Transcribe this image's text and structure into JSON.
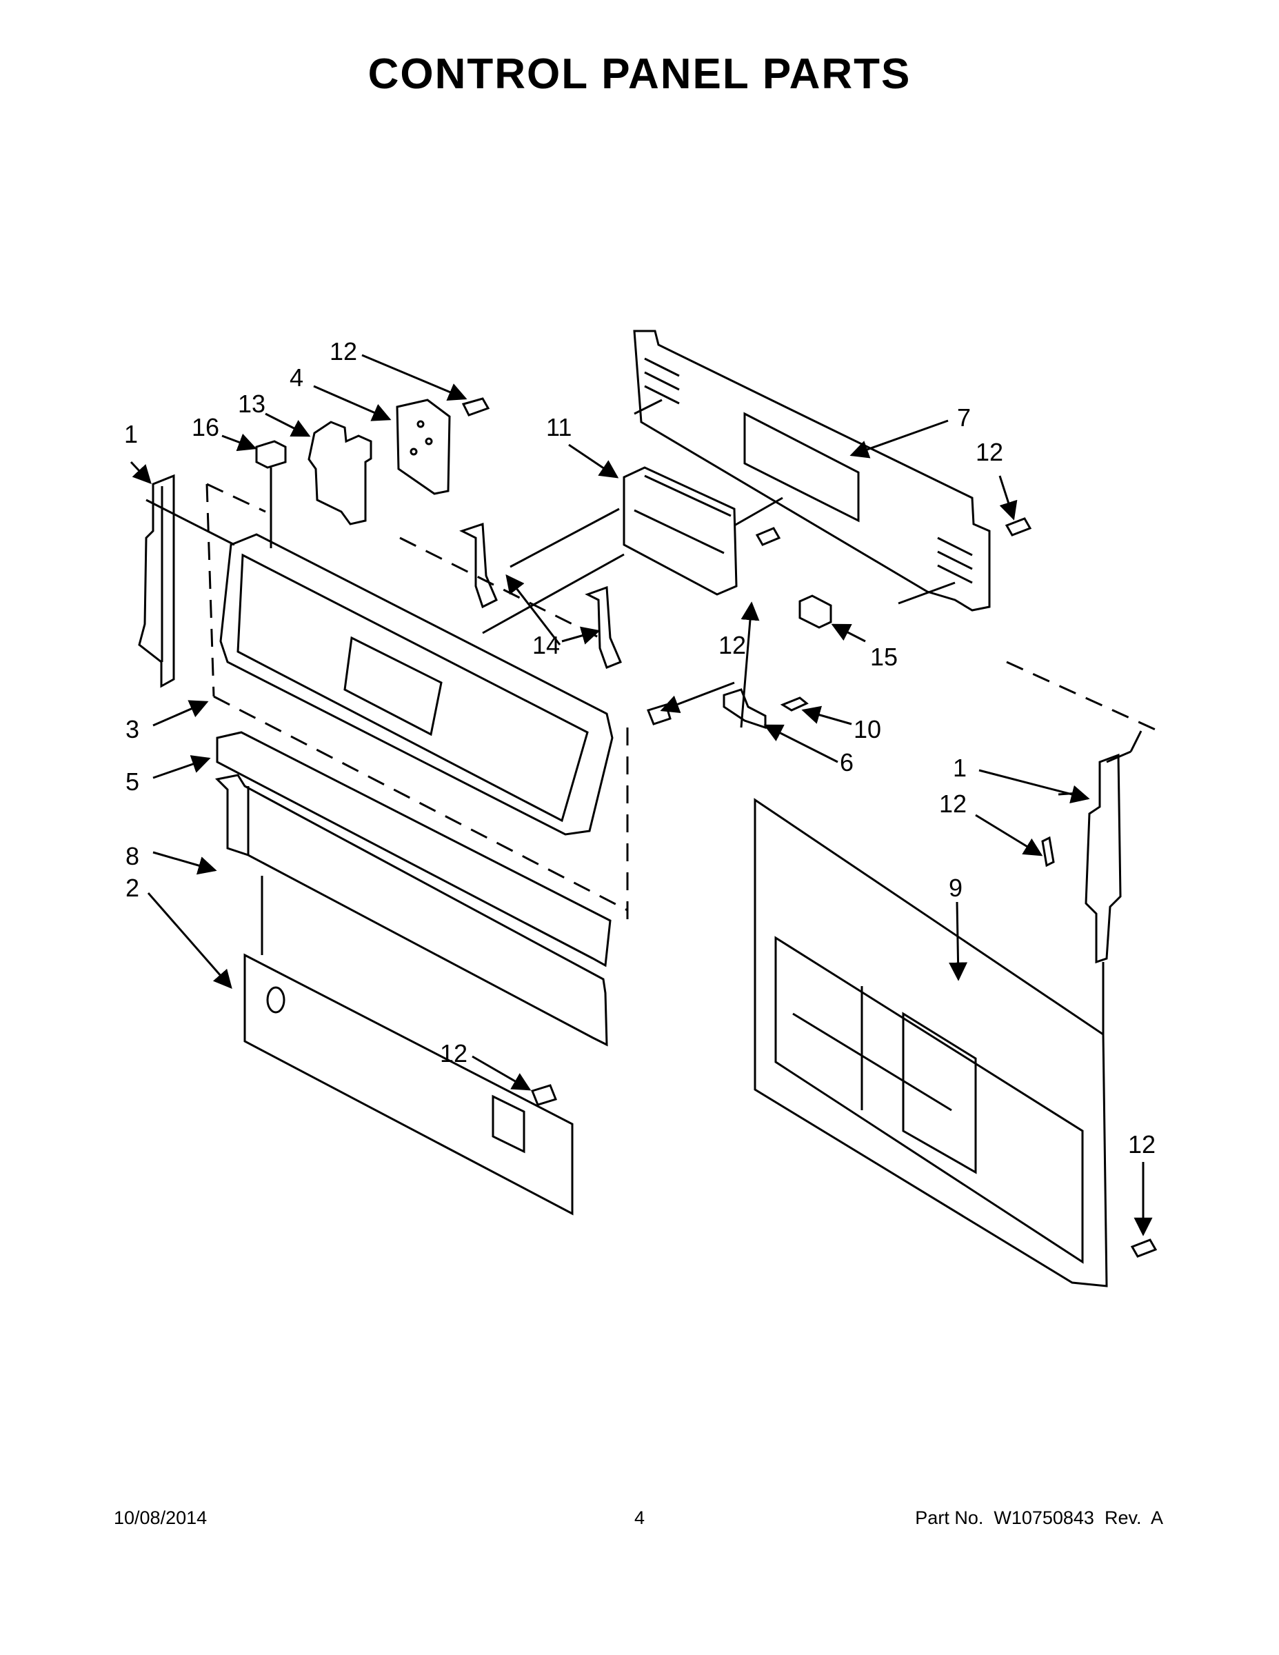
{
  "title": "CONTROL PANEL PARTS",
  "footer": {
    "date": "10/08/2014",
    "page": "4",
    "part": "Part No.  W10750843  Rev.  A"
  },
  "callouts": [
    {
      "id": "c12a",
      "label": "12"
    },
    {
      "id": "c4",
      "label": "4"
    },
    {
      "id": "c13",
      "label": "13"
    },
    {
      "id": "c16",
      "label": "16"
    },
    {
      "id": "c1a",
      "label": "1"
    },
    {
      "id": "c11",
      "label": "11"
    },
    {
      "id": "c7",
      "label": "7"
    },
    {
      "id": "c12b",
      "label": "12"
    },
    {
      "id": "c14",
      "label": "14"
    },
    {
      "id": "c12c",
      "label": "12"
    },
    {
      "id": "c15",
      "label": "15"
    },
    {
      "id": "c3",
      "label": "3"
    },
    {
      "id": "c10",
      "label": "10"
    },
    {
      "id": "c5",
      "label": "5"
    },
    {
      "id": "c6",
      "label": "6"
    },
    {
      "id": "c1b",
      "label": "1"
    },
    {
      "id": "c12d",
      "label": "12"
    },
    {
      "id": "c8",
      "label": "8"
    },
    {
      "id": "c2",
      "label": "2"
    },
    {
      "id": "c9",
      "label": "9"
    },
    {
      "id": "c12e",
      "label": "12"
    },
    {
      "id": "c12f",
      "label": "12"
    }
  ]
}
